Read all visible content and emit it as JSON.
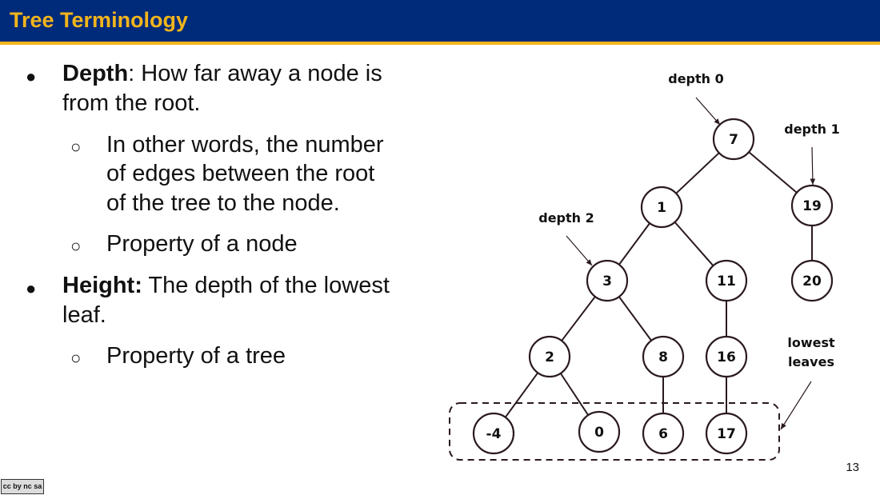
{
  "slide": {
    "title": "Tree Terminology",
    "page_number": "13",
    "license_badge": "cc by nc sa"
  },
  "bullets": {
    "depth_term": "Depth",
    "depth_line1": ": How far away a node is",
    "depth_line2": "from the root.",
    "depth_sub1_line1": "In other words, the number",
    "depth_sub1_line2": "of edges between the root",
    "depth_sub1_line3": "of the tree to the node.",
    "depth_sub2": "Property of a node",
    "height_term": "Height:",
    "height_line1": " The depth of the lowest",
    "height_line2": "leaf.",
    "height_sub1": "Property of a tree"
  },
  "diagram": {
    "nodes": [
      {
        "id": "n7",
        "label": "7"
      },
      {
        "id": "n1",
        "label": "1"
      },
      {
        "id": "n19",
        "label": "19"
      },
      {
        "id": "n3",
        "label": "3"
      },
      {
        "id": "n11",
        "label": "11"
      },
      {
        "id": "n20",
        "label": "20"
      },
      {
        "id": "n2",
        "label": "2"
      },
      {
        "id": "n8",
        "label": "8"
      },
      {
        "id": "n16",
        "label": "16"
      },
      {
        "id": "nm4",
        "label": "-4"
      },
      {
        "id": "n0",
        "label": "0"
      },
      {
        "id": "n6",
        "label": "6"
      },
      {
        "id": "n17",
        "label": "17"
      }
    ],
    "edges": [
      [
        "n7",
        "n1"
      ],
      [
        "n7",
        "n19"
      ],
      [
        "n1",
        "n3"
      ],
      [
        "n1",
        "n11"
      ],
      [
        "n19",
        "n20"
      ],
      [
        "n3",
        "n2"
      ],
      [
        "n3",
        "n8"
      ],
      [
        "n11",
        "n16"
      ],
      [
        "n2",
        "nm4"
      ],
      [
        "n2",
        "n0"
      ],
      [
        "n8",
        "n6"
      ],
      [
        "n16",
        "n17"
      ]
    ],
    "annotations": {
      "depth0": "depth 0",
      "depth1": "depth 1",
      "depth2": "depth 2",
      "lowest_line1": "lowest",
      "lowest_line2": "leaves"
    },
    "colors": {
      "stroke": "#2a1a1f",
      "header_bg": "#002a7a",
      "accent": "#f2b51c"
    }
  }
}
